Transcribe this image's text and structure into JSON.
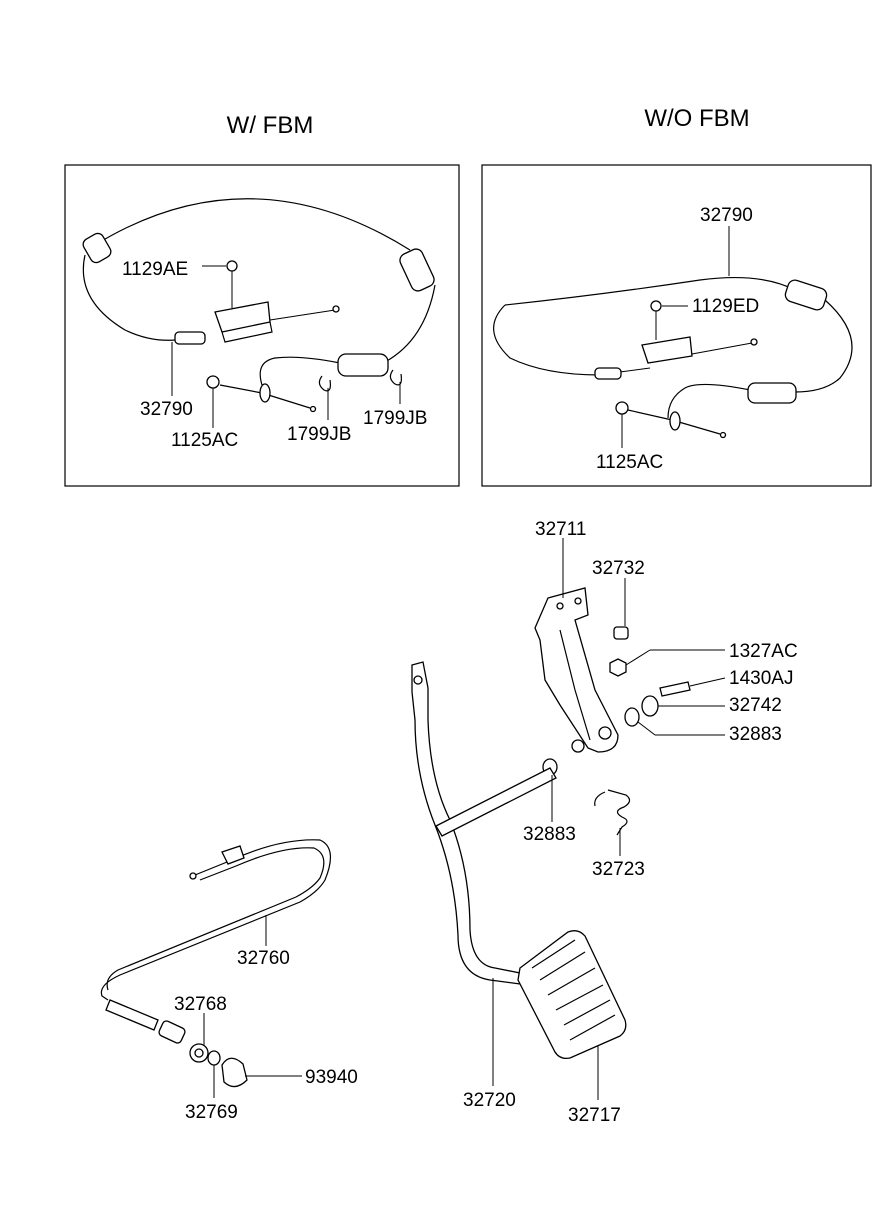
{
  "sections": {
    "with_fbm": "W/ FBM",
    "without_fbm": "W/O FBM"
  },
  "labels": {
    "a_1129AE": "1129AE",
    "a_32790": "32790",
    "a_1125AC": "1125AC",
    "a_1799JB_1": "1799JB",
    "a_1799JB_2": "1799JB",
    "b_32790": "32790",
    "b_1129ED": "1129ED",
    "b_1125AC": "1125AC",
    "c_32711": "32711",
    "c_32732": "32732",
    "c_1327AC": "1327AC",
    "c_1430AJ": "1430AJ",
    "c_32742": "32742",
    "c_32883_1": "32883",
    "c_32883_2": "32883",
    "c_32723": "32723",
    "d_32760": "32760",
    "d_32768": "32768",
    "d_93940": "93940",
    "d_32769": "32769",
    "c_32720": "32720",
    "c_32717": "32717"
  }
}
